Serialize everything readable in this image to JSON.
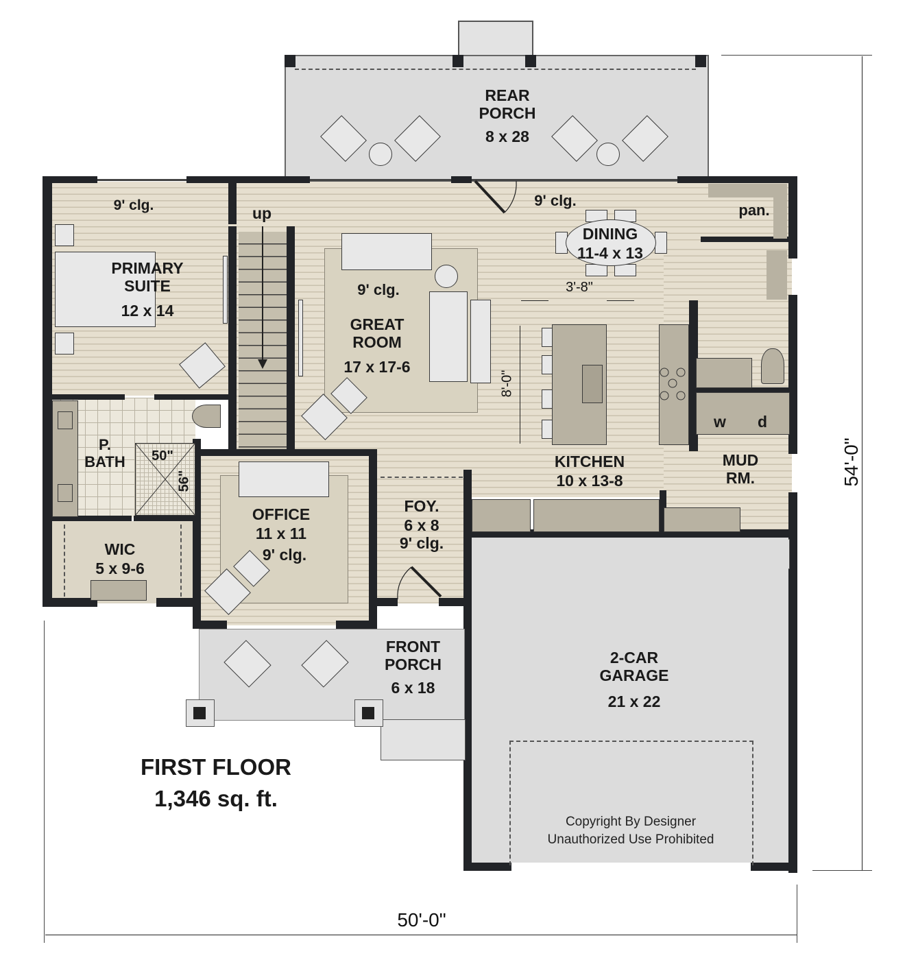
{
  "plan": {
    "title": "FIRST FLOOR",
    "area": "1,346 sq. ft.",
    "width_dimension": "50'-0\"",
    "depth_dimension": "54'-0\"",
    "copyright_line1": "Copyright By Designer",
    "copyright_line2": "Unauthorized Use Prohibited"
  },
  "rooms": {
    "rear_porch": {
      "name": "REAR\nPORCH",
      "size": "8 x 28"
    },
    "primary_suite": {
      "name": "PRIMARY\nSUITE",
      "size": "12 x 14",
      "ceiling": "9' clg."
    },
    "stairs": {
      "label": "up"
    },
    "great_room": {
      "name": "GREAT\nROOM",
      "size": "17 x 17-6",
      "ceiling": "9' clg."
    },
    "dining": {
      "name": "DINING",
      "size": "11-4 x 13",
      "ceiling": "9' clg."
    },
    "pantry": {
      "name": "pan."
    },
    "kitchen": {
      "name": "KITCHEN",
      "size": "10 x 13-8",
      "island_length": "8'-0\"",
      "aisle_width": "3'-8\""
    },
    "mud_room": {
      "name": "MUD\nRM.",
      "washer": "w",
      "dryer": "d"
    },
    "primary_bath": {
      "name": "P.\nBATH",
      "shower_width": "50\"",
      "shower_depth": "56\""
    },
    "wic": {
      "name": "WIC",
      "size": "5 x 9-6"
    },
    "office": {
      "name": "OFFICE",
      "size": "11 x 11",
      "ceiling": "9' clg."
    },
    "foyer": {
      "name": "FOY.",
      "size": "6 x 8",
      "ceiling": "9' clg."
    },
    "front_porch": {
      "name": "FRONT\nPORCH",
      "size": "6 x 18"
    },
    "garage": {
      "name": "2-CAR\nGARAGE",
      "size": "21 x 22"
    }
  },
  "colors": {
    "wall": "#222428",
    "floor": "#e6dfcf",
    "porch": "#dcdcdc",
    "cabinet": "#b8b2a2",
    "rug": "#d9d3c1"
  }
}
